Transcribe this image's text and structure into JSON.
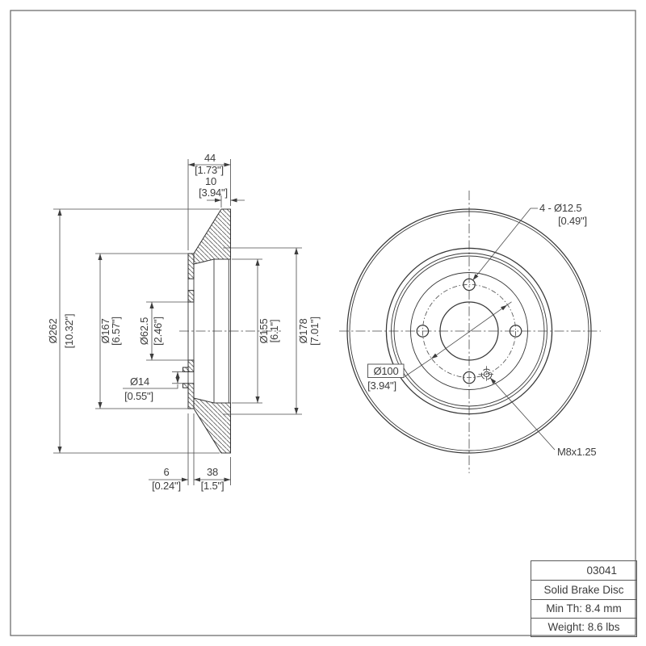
{
  "dimensions": {
    "overall_diameter": {
      "value": "Ø262",
      "inches": "[10.32\"]"
    },
    "flange_diameter": {
      "value": "Ø167",
      "inches": "[6.57\"]"
    },
    "center_bore": {
      "value": "Ø62.5",
      "inches": "[2.46\"]"
    },
    "pilot_hole": {
      "value": "Ø14",
      "inches": "[0.55\"]"
    },
    "inner_face_diameter": {
      "value": "Ø155",
      "inches": "[6.1\"]"
    },
    "outer_face_diameter": {
      "value": "Ø178",
      "inches": "[7.01\"]"
    },
    "overall_width": {
      "value": "44",
      "inches": "[1.73\"]"
    },
    "disc_thickness": {
      "value": "10",
      "inches": "[3.94\"]"
    },
    "flange_thickness": {
      "value": "6",
      "inches": "[0.24\"]"
    },
    "hat_depth": {
      "value": "38",
      "inches": "[1.5\"]"
    },
    "lug_holes": {
      "value": "4 - Ø12.5",
      "inches": "[0.49\"]"
    },
    "bolt_circle": {
      "value": "Ø100",
      "inches": "[3.94\"]"
    },
    "set_screw_thread": {
      "value": "M8x1.25"
    }
  },
  "title_block": {
    "part_number": "03041",
    "description": "Solid Brake Disc",
    "min_thickness": "Min Th: 8.4 mm",
    "weight": "Weight: 8.6 lbs"
  }
}
